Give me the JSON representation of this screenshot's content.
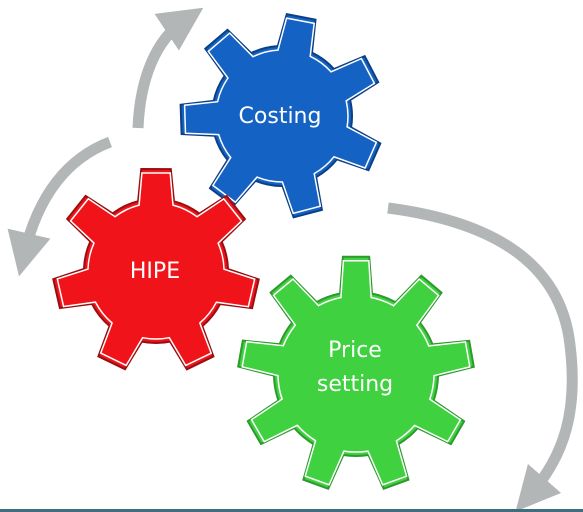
{
  "gears": [
    {
      "id": "costing",
      "lines": [
        "Costing"
      ],
      "fill": "#1463c4",
      "stroke": "#0b3f86"
    },
    {
      "id": "hipe",
      "lines": [
        "HIPE"
      ],
      "fill": "#f0141a",
      "stroke": "#9b0d10"
    },
    {
      "id": "price",
      "lines": [
        "Price",
        "setting"
      ],
      "fill": "#3fd13f",
      "stroke": "#2c9a2c"
    }
  ],
  "colors": {
    "arrow": "#b3b6b6",
    "gear_outline_inner": "#ffffff",
    "bottom_rule": "#3f6e7e"
  }
}
